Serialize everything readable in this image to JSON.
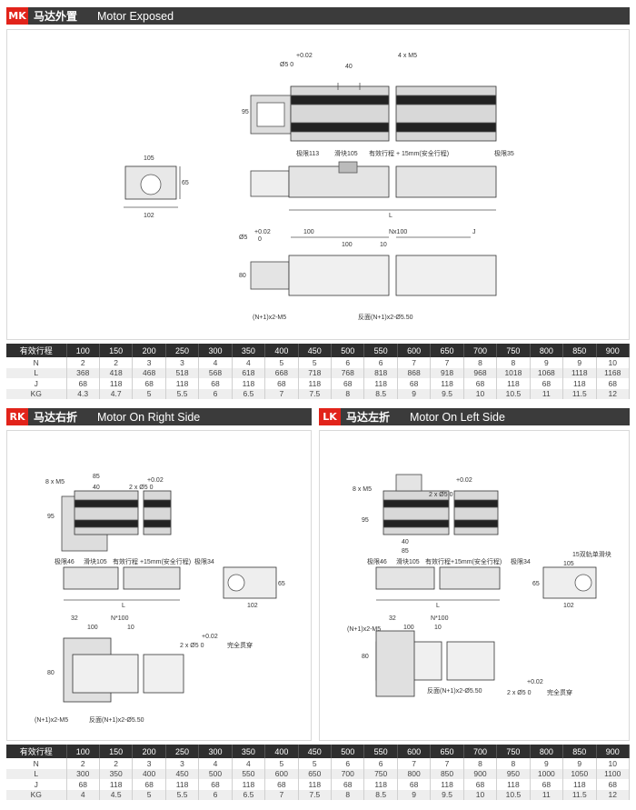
{
  "sections": {
    "mk": {
      "code": "MK",
      "title_cn": "马达外置",
      "title_en": "Motor Exposed"
    },
    "rk": {
      "code": "RK",
      "title_cn": "马达右折",
      "title_en": "Motor On Right Side"
    },
    "lk": {
      "code": "LK",
      "title_cn": "马达左折",
      "title_en": "Motor On Left Side"
    }
  },
  "drawings": {
    "mk_top": {
      "tol": "+0.02",
      "hole": "Ø5  0",
      "w40": "40",
      "screws": "4 x M5",
      "h95": "95"
    },
    "mk_end": {
      "w105": "105",
      "h65": "65",
      "w102": "102"
    },
    "mk_side": {
      "limit1": "极限113",
      "slider": "滑块105",
      "stroke": "有效行程 + 15mm(安全行程)",
      "limit2": "极限35",
      "L": "L"
    },
    "mk_bottom": {
      "hole": "Ø5",
      "tol": "+0.02",
      "zero": "0",
      "d100": "100",
      "nx100": "Nx100",
      "J": "J",
      "d100b": "100",
      "d10": "10",
      "h80": "80",
      "m5": "(N+1)x2-M5",
      "back": "反面(N+1)x2-Ø5.50"
    },
    "rk_top": {
      "screws": "8 x M5",
      "w85": "85",
      "w40": "40",
      "hole": "2 x Ø5  0",
      "tol": "+0.02",
      "h95": "95"
    },
    "rk_side": {
      "limit1": "极限46",
      "slider": "滑块105",
      "stroke": "有效行程 +15mm(安全行程)",
      "limit2": "极限34",
      "L": "L"
    },
    "rk_end": {
      "h65": "65",
      "w102": "102"
    },
    "rk_bottom": {
      "d32": "32",
      "n100": "N*100",
      "d100": "100",
      "d10": "10",
      "tol": "+0.02",
      "hole": "2 x Ø5  0",
      "thru": "完全贯穿",
      "h80": "80",
      "m5": "(N+1)x2-M5",
      "back": "反面(N+1)x2-Ø5.50"
    },
    "lk_top": {
      "screws": "8 x M5",
      "tol": "+0.02",
      "hole": "2 x Ø5  0",
      "h95": "95",
      "w40": "40",
      "w85": "85"
    },
    "lk_side": {
      "limit1": "极限46",
      "slider": "滑块105",
      "stroke": "有效行程+15mm(安全行程)",
      "limit2": "极限34",
      "L": "L"
    },
    "lk_end": {
      "note": "15双轨单滑块",
      "w105": "105",
      "h65": "65",
      "w102": "102"
    },
    "lk_bottom": {
      "m5": "(N+1)x2-M5",
      "d32": "32",
      "n100": "N*100",
      "d100": "100",
      "d10": "10",
      "h80": "80",
      "back": "反面(N+1)x2-Ø5.50",
      "tol": "+0.02",
      "hole": "2 x Ø5  0",
      "thru": "完全贯穿"
    }
  },
  "table1": {
    "header": [
      "有效行程",
      "100",
      "150",
      "200",
      "250",
      "300",
      "350",
      "400",
      "450",
      "500",
      "550",
      "600",
      "650",
      "700",
      "750",
      "800",
      "850",
      "900"
    ],
    "rows": [
      [
        "N",
        "2",
        "2",
        "3",
        "3",
        "4",
        "4",
        "5",
        "5",
        "6",
        "6",
        "7",
        "7",
        "8",
        "8",
        "9",
        "9",
        "10"
      ],
      [
        "L",
        "368",
        "418",
        "468",
        "518",
        "568",
        "618",
        "668",
        "718",
        "768",
        "818",
        "868",
        "918",
        "968",
        "1018",
        "1068",
        "1118",
        "1168"
      ],
      [
        "J",
        "68",
        "118",
        "68",
        "118",
        "68",
        "118",
        "68",
        "118",
        "68",
        "118",
        "68",
        "118",
        "68",
        "118",
        "68",
        "118",
        "68"
      ],
      [
        "KG",
        "4.3",
        "4.7",
        "5",
        "5.5",
        "6",
        "6.5",
        "7",
        "7.5",
        "8",
        "8.5",
        "9",
        "9.5",
        "10",
        "10.5",
        "11",
        "11.5",
        "12"
      ]
    ]
  },
  "table2": {
    "header": [
      "有效行程",
      "100",
      "150",
      "200",
      "250",
      "300",
      "350",
      "400",
      "450",
      "500",
      "550",
      "600",
      "650",
      "700",
      "750",
      "800",
      "850",
      "900"
    ],
    "rows": [
      [
        "N",
        "2",
        "2",
        "3",
        "3",
        "4",
        "4",
        "5",
        "5",
        "6",
        "6",
        "7",
        "7",
        "8",
        "8",
        "9",
        "9",
        "10"
      ],
      [
        "L",
        "300",
        "350",
        "400",
        "450",
        "500",
        "550",
        "600",
        "650",
        "700",
        "750",
        "800",
        "850",
        "900",
        "950",
        "1000",
        "1050",
        "1100"
      ],
      [
        "J",
        "68",
        "118",
        "68",
        "118",
        "68",
        "118",
        "68",
        "118",
        "68",
        "118",
        "68",
        "118",
        "68",
        "118",
        "68",
        "118",
        "68"
      ],
      [
        "KG",
        "4",
        "4.5",
        "5",
        "5.5",
        "6",
        "6.5",
        "7",
        "7.5",
        "8",
        "8.5",
        "9",
        "9.5",
        "10",
        "10.5",
        "11",
        "11.5",
        "12"
      ]
    ]
  }
}
